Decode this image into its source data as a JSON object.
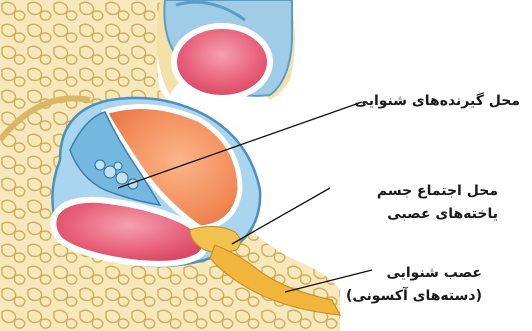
{
  "labels": {
    "receptor_site": "محل گیرنده‌های شنوایی",
    "ganglion_site": {
      "line1": "محل اجتماع جسم",
      "line2": "یاخته‌های عصبی"
    },
    "auditory_nerve": {
      "line1": "عصب شنوایی",
      "line2": "(دسته‌های آکسونی)"
    }
  },
  "colors": {
    "bone": "#f5e7b8",
    "bone_dark": "#d8b867",
    "outer_chamber": "#f5b8bd",
    "inner_red": "#e8607a",
    "upper_chamber": "#f29560",
    "duct_blue": "#74b8e0",
    "nerve": "#f0b53a"
  }
}
